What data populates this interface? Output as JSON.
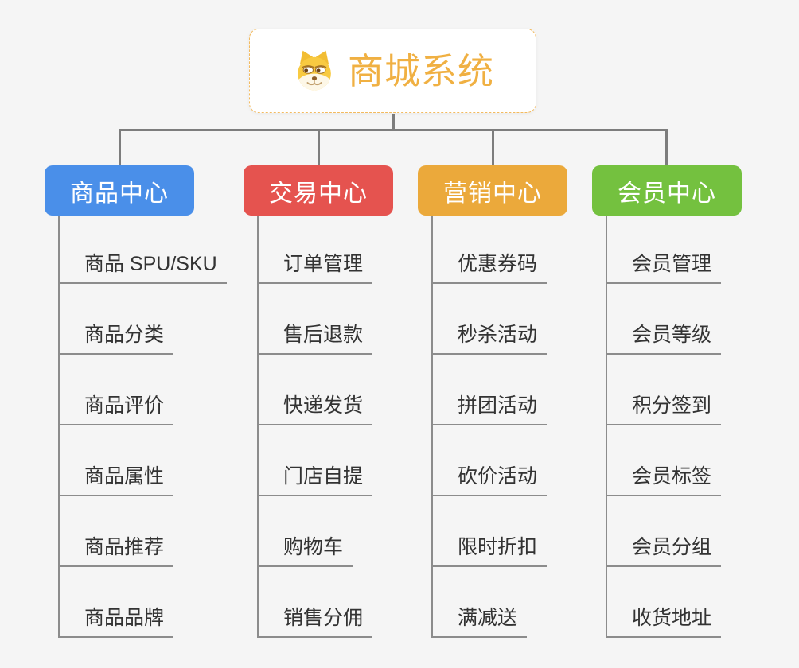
{
  "colors": {
    "background": "#f5f5f5",
    "connector": "#7d7d7d",
    "leaf_line": "#8c8c8c",
    "leaf_text": "#333333",
    "node_bg": "#ffffff",
    "root_border": "#f3ba5e",
    "root_title": "#f0b042"
  },
  "root": {
    "title": "商城系统",
    "icon": "doge-icon"
  },
  "branches": [
    {
      "label": "商品中心",
      "color": "#4a8fe9",
      "items": [
        "商品 SPU/SKU",
        "商品分类",
        "商品评价",
        "商品属性",
        "商品推荐",
        "商品品牌"
      ]
    },
    {
      "label": "交易中心",
      "color": "#e5534f",
      "items": [
        "订单管理",
        "售后退款",
        "快递发货",
        "门店自提",
        "购物车",
        "销售分佣"
      ]
    },
    {
      "label": "营销中心",
      "color": "#eba93b",
      "items": [
        "优惠券码",
        "秒杀活动",
        "拼团活动",
        "砍价活动",
        "限时折扣",
        "满减送"
      ]
    },
    {
      "label": "会员中心",
      "color": "#74c13f",
      "items": [
        "会员管理",
        "会员等级",
        "积分签到",
        "会员标签",
        "会员分组",
        "收货地址"
      ]
    }
  ]
}
